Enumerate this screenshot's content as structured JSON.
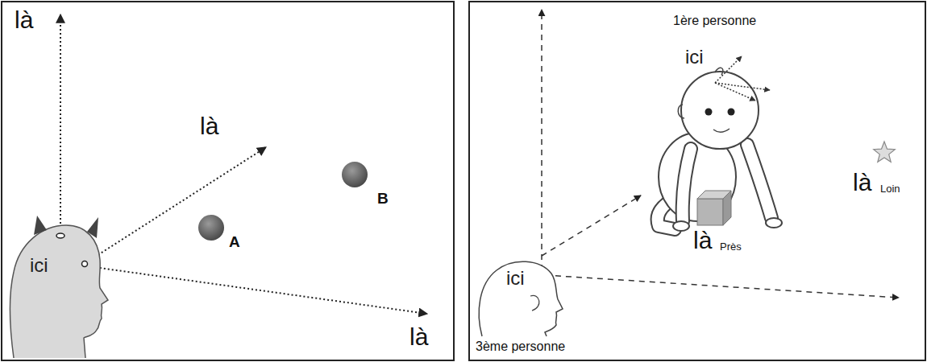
{
  "diagram": {
    "nodes": [
      {
        "text": [
          "ici"
        ]
      },
      {
        "text": [
          "ici",
          "3ème personne"
        ]
      },
      {
        "text": [
          "1ère personne",
          "ici"
        ]
      }
    ],
    "edges": [
      {
        "from": 1,
        "to": 2,
        "arrow": "to"
      }
    ],
    "labels": [
      "là",
      "là",
      "là",
      "A",
      "B",
      "là",
      "Près",
      "là",
      "Loin"
    ]
  }
}
